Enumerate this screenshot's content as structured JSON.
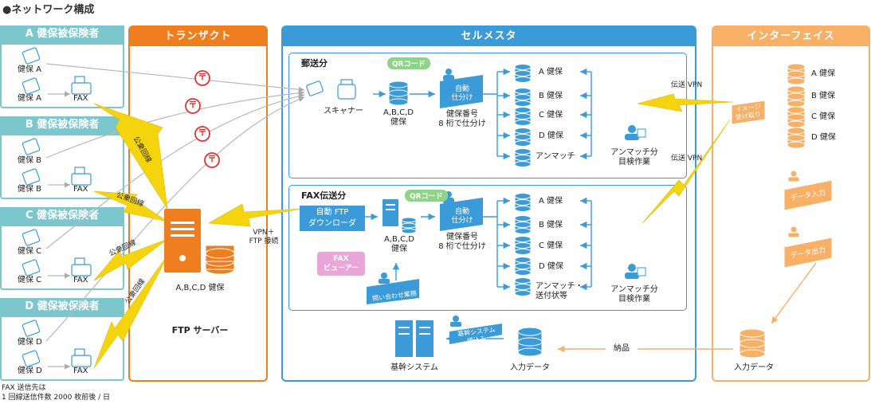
{
  "page_title": "●ネットワーク構成",
  "insured": {
    "groups": [
      {
        "header": "A 健保被保険者",
        "doc_label": "健保 A",
        "fax_source_label": "健保 A",
        "fax_label": "FAX"
      },
      {
        "header": "B 健保被保険者",
        "doc_label": "健保 B",
        "fax_source_label": "健保 B",
        "fax_label": "FAX"
      },
      {
        "header": "C 健保被保険者",
        "doc_label": "健保 C",
        "fax_source_label": "健保 C",
        "fax_label": "FAX"
      },
      {
        "header": "D 健保被保険者",
        "doc_label": "健保 D",
        "fax_source_label": "健保 D",
        "fax_label": "FAX"
      }
    ],
    "footnote_line1": "FAX 送信先は",
    "footnote_line2": "1 回線送信件数 2000 枚前後 / 日"
  },
  "transact": {
    "header": "トランザクト",
    "server_label": "A,B,C,D 健保",
    "ftp_label": "FTP サーバー",
    "line_label": "公衆回線",
    "vpn_label_1": "VPN＋",
    "vpn_label_2": "FTP 接続",
    "post_mark": "〒"
  },
  "selmesta": {
    "header": "セルメスタ",
    "mail": {
      "title": "郵送分",
      "scanner_label": "スキャナー",
      "db_label_1": "A,B,C,D",
      "db_label_2": "健保",
      "qr_tag": "QRコード",
      "auto_sort_1": "自動",
      "auto_sort_2": "仕分け",
      "sort_label_1": "健保番号",
      "sort_label_2": "8 桁で仕分け",
      "outputs": [
        "A 健保",
        "B 健保",
        "C 健保",
        "D 健保",
        "アンマッチ"
      ],
      "unmatch_work_1": "アンマッチ分",
      "unmatch_work_2": "目検作業"
    },
    "fax": {
      "title": "FAX伝送分",
      "download_1": "自動 FTP",
      "download_2": "ダウンローダ",
      "db_label_1": "A,B,C,D",
      "db_label_2": "健保",
      "qr_tag": "QRコード",
      "auto_sort_1": "自動",
      "auto_sort_2": "仕分け",
      "sort_label_1": "健保番号",
      "sort_label_2": "8 桁で仕分け",
      "viewer_1": "FAX",
      "viewer_2": "ビューアー",
      "inquiry": "問い合わせ業務",
      "outputs": [
        "A 健保",
        "B 健保",
        "C 健保",
        "D 健保",
        "アンマッチ・",
        "送付状等"
      ],
      "unmatch_work_1": "アンマッチ分",
      "unmatch_work_2": "目検作業"
    },
    "core_system": "基幹システム",
    "core_read_1": "基幹システム",
    "core_read_2": "読込み",
    "input_data": "入力データ",
    "delivery": "納品"
  },
  "interface": {
    "header": "インターフェイス",
    "vpn_1": "伝送 VPN",
    "vpn_2": "伝送 VPN",
    "image_1": "イメージ",
    "image_2": "受け取り",
    "outputs": [
      "A 健保",
      "B 健保",
      "C 健保",
      "D 健保"
    ],
    "data_input": "データ入力",
    "data_output": "データ出力",
    "input_data": "入力データ"
  },
  "colors": {
    "teal": "#7cc7cd",
    "orange": "#ef7e1f",
    "blue": "#3b9bd8",
    "light_orange": "#f7b065",
    "lightning": "#f4d40c",
    "post_red": "#e5312f"
  }
}
